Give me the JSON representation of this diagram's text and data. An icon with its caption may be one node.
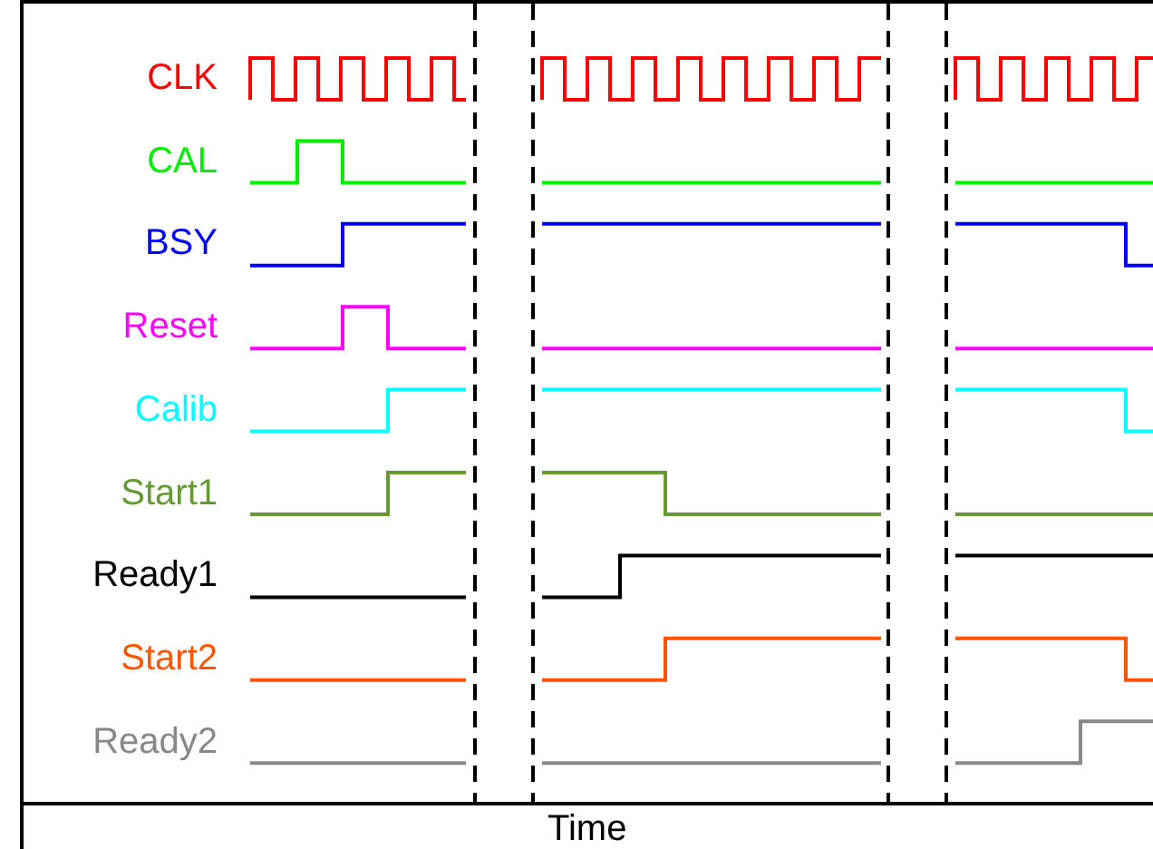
{
  "diagram": {
    "labels": [
      "CLK",
      "CAL",
      "BSY",
      "Reset",
      "Calib",
      "Start1",
      "Ready1",
      "Start2",
      "Ready2",
      "Time"
    ]
  }
}
